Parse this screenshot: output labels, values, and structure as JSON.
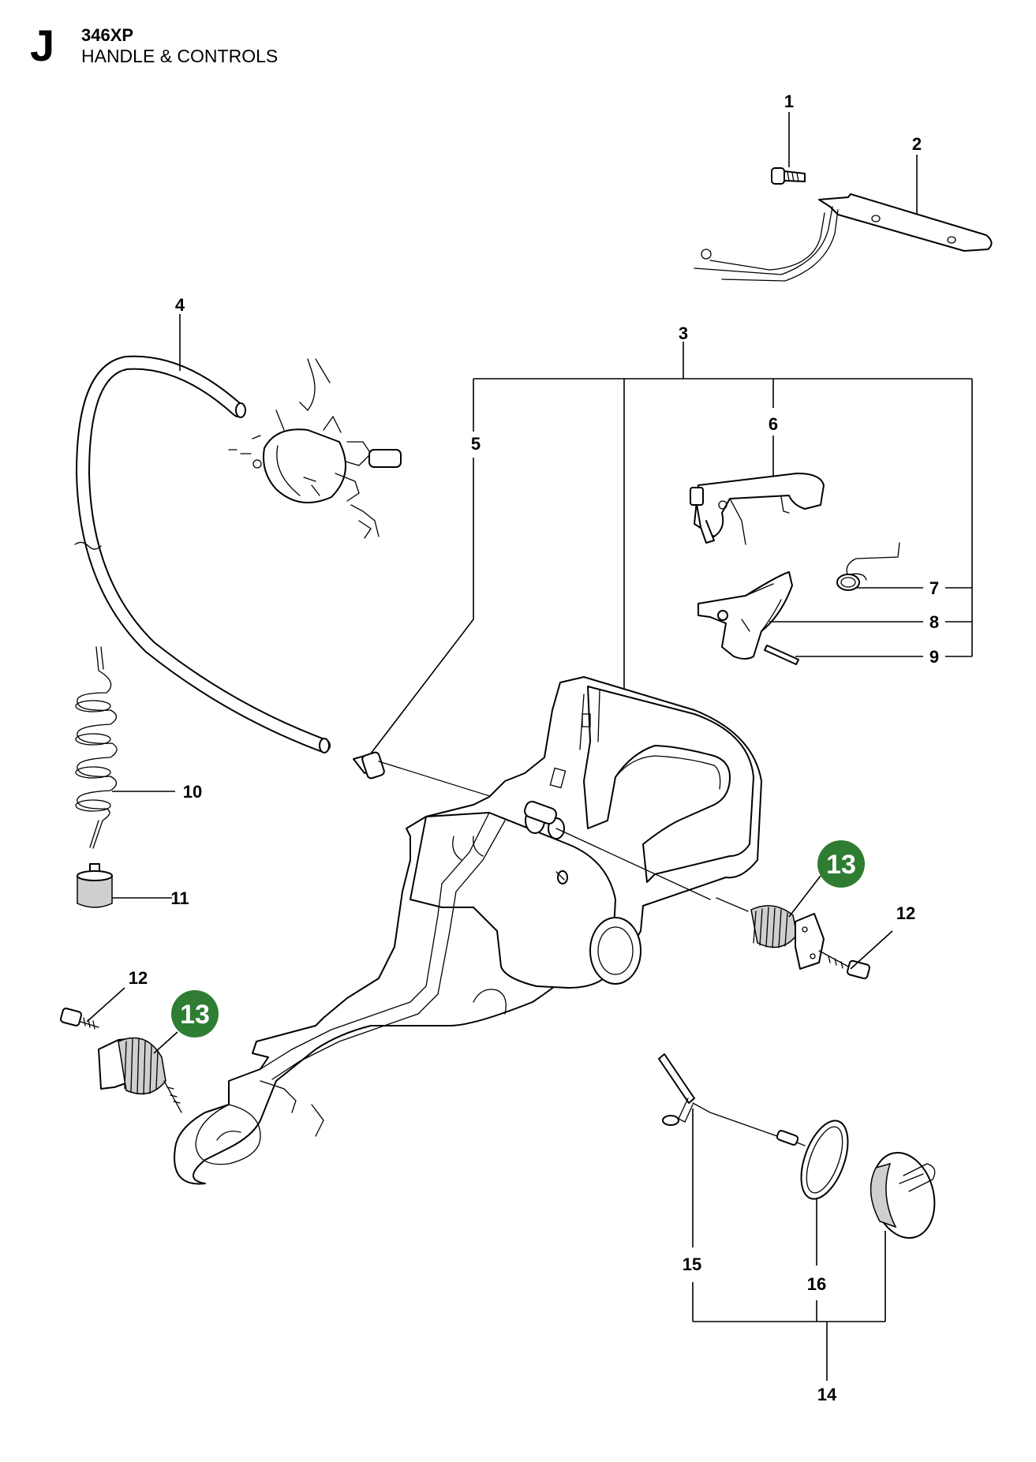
{
  "header": {
    "section_letter": "J",
    "model": "346XP",
    "title": "HANDLE & CONTROLS"
  },
  "colors": {
    "badge_fill": "#2e7d32",
    "badge_text": "#ffffff",
    "line": "#000000"
  },
  "callouts": {
    "c1": "1",
    "c2": "2",
    "c3": "3",
    "c4": "4",
    "c5": "5",
    "c6": "6",
    "c7": "7",
    "c8": "8",
    "c9": "9",
    "c10": "10",
    "c11": "11",
    "c12a": "12",
    "c12b": "12",
    "c14": "14",
    "c15": "15",
    "c16": "16"
  },
  "badges": {
    "b13a": "13",
    "b13b": "13"
  }
}
